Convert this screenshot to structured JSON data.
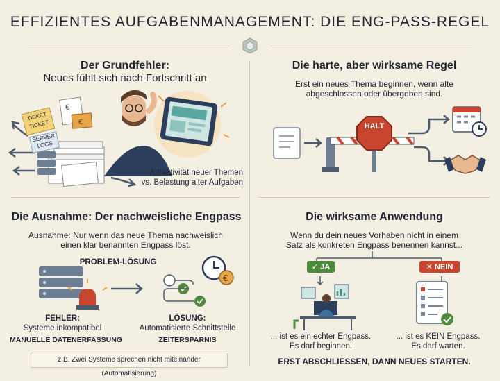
{
  "title": "EFFIZIENTES AUFGABENMANAGEMENT: DIE ENG-PASS-REGEL",
  "q1": {
    "heading": "Der Grundfehler:",
    "subheading": "Neues fühlt sich nach Fortschritt an",
    "ticket1": "TICKET",
    "ticket2": "TICKET",
    "server_logs": "SERVER LOGS",
    "caption_line1": "Attraktivität neuer Themen",
    "caption_line2": "vs. Belastung alter Aufgaben"
  },
  "q2": {
    "heading": "Die harte, aber wirksame Regel",
    "text_line1": "Erst ein neues Thema beginnen, wenn alte",
    "text_line2": "abgeschlossen oder übergeben sind.",
    "stop_sign": "HALT"
  },
  "q3": {
    "heading": "Die Ausnahme: Der nachweisliche Engpass",
    "text_line1": "Ausnahme: Nur wenn das neue Thema nachweislich",
    "text_line2": "einen klar benannten Engpass löst.",
    "problem_label": "PROBLEM-LÖSUNG",
    "error_line1": "FEHLER:",
    "error_line2": "Systeme inkompatibel",
    "error_tag": "MANUELLE DATENERFASSUNG",
    "solution_line1": "LÖSUNG:",
    "solution_line2": "Automatisierte Schnittstelle",
    "solution_tag": "ZEITERSPARNIS",
    "example": "z.B. Zwei Systeme sprechen nicht miteinander (Automatisierung)"
  },
  "q4": {
    "heading": "Die wirksame Anwendung",
    "text_line1": "Wenn du dein neues Vorhaben nicht in einem",
    "text_line2": "Satz als konkreten Engpass benennen kannst...",
    "yes_label": "✓ JA",
    "no_label": "✕ NEIN",
    "yes_line1": "... ist es ein echter Engpass.",
    "yes_line2": "Es darf beginnen.",
    "no_line1": "... ist es KEIN Engpass.",
    "no_line2": "Es darf warten.",
    "footer": "ERST ABSCHLIESSEN, DANN NEUES STARTEN."
  },
  "colors": {
    "green": "#4f8a3c",
    "red": "#c8452f",
    "navy": "#2d3e5c",
    "teal": "#3f8f8a",
    "background": "#f4efe3"
  }
}
